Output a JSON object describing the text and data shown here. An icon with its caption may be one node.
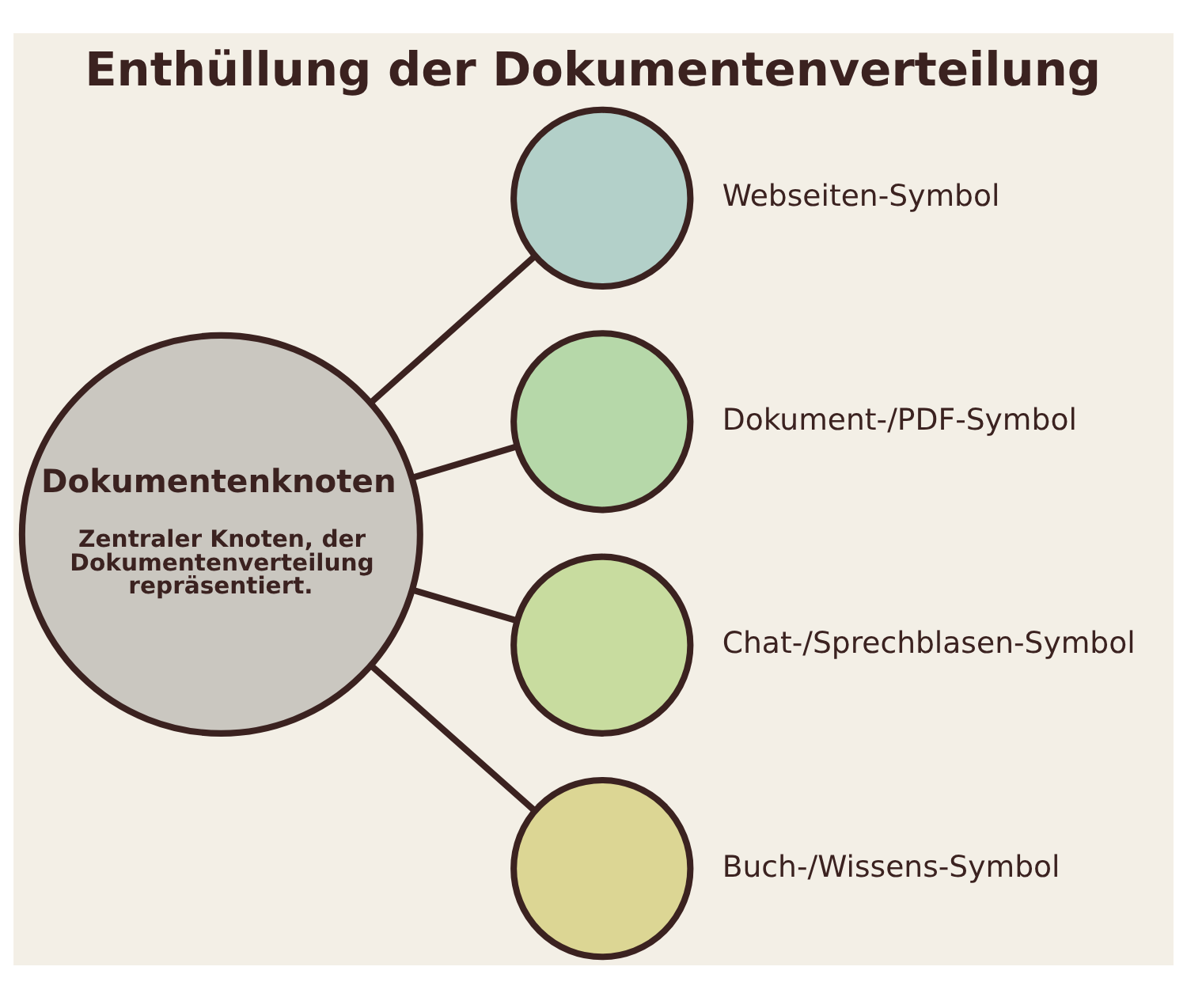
{
  "diagram": {
    "title": "Enthüllung der Dokumentenverteilung",
    "nodes": [
      {
        "text": [
          "Dokumentenknoten",
          "Zentraler Knoten, der Dokumentenverteilung repräsentiert."
        ]
      },
      {
        "text": [],
        "shape": "circle",
        "beside": [
          "Webseiten-Symbol"
        ]
      },
      {
        "text": [],
        "shape": "circle",
        "beside": [
          "Dokument-/PDF-Symbol"
        ]
      },
      {
        "text": [],
        "shape": "circle",
        "beside": [
          "Chat-/Sprechblasen-Symbol"
        ]
      },
      {
        "text": [],
        "shape": "circle",
        "beside": [
          "Buch-/Wissens-Symbol"
        ]
      }
    ],
    "edges": [
      {
        "from": 0,
        "to": 1,
        "arrow": "none"
      },
      {
        "from": 0,
        "to": 2,
        "arrow": "none"
      },
      {
        "from": 0,
        "to": 3,
        "arrow": "none"
      },
      {
        "from": 0,
        "to": 4,
        "arrow": "none"
      }
    ]
  }
}
